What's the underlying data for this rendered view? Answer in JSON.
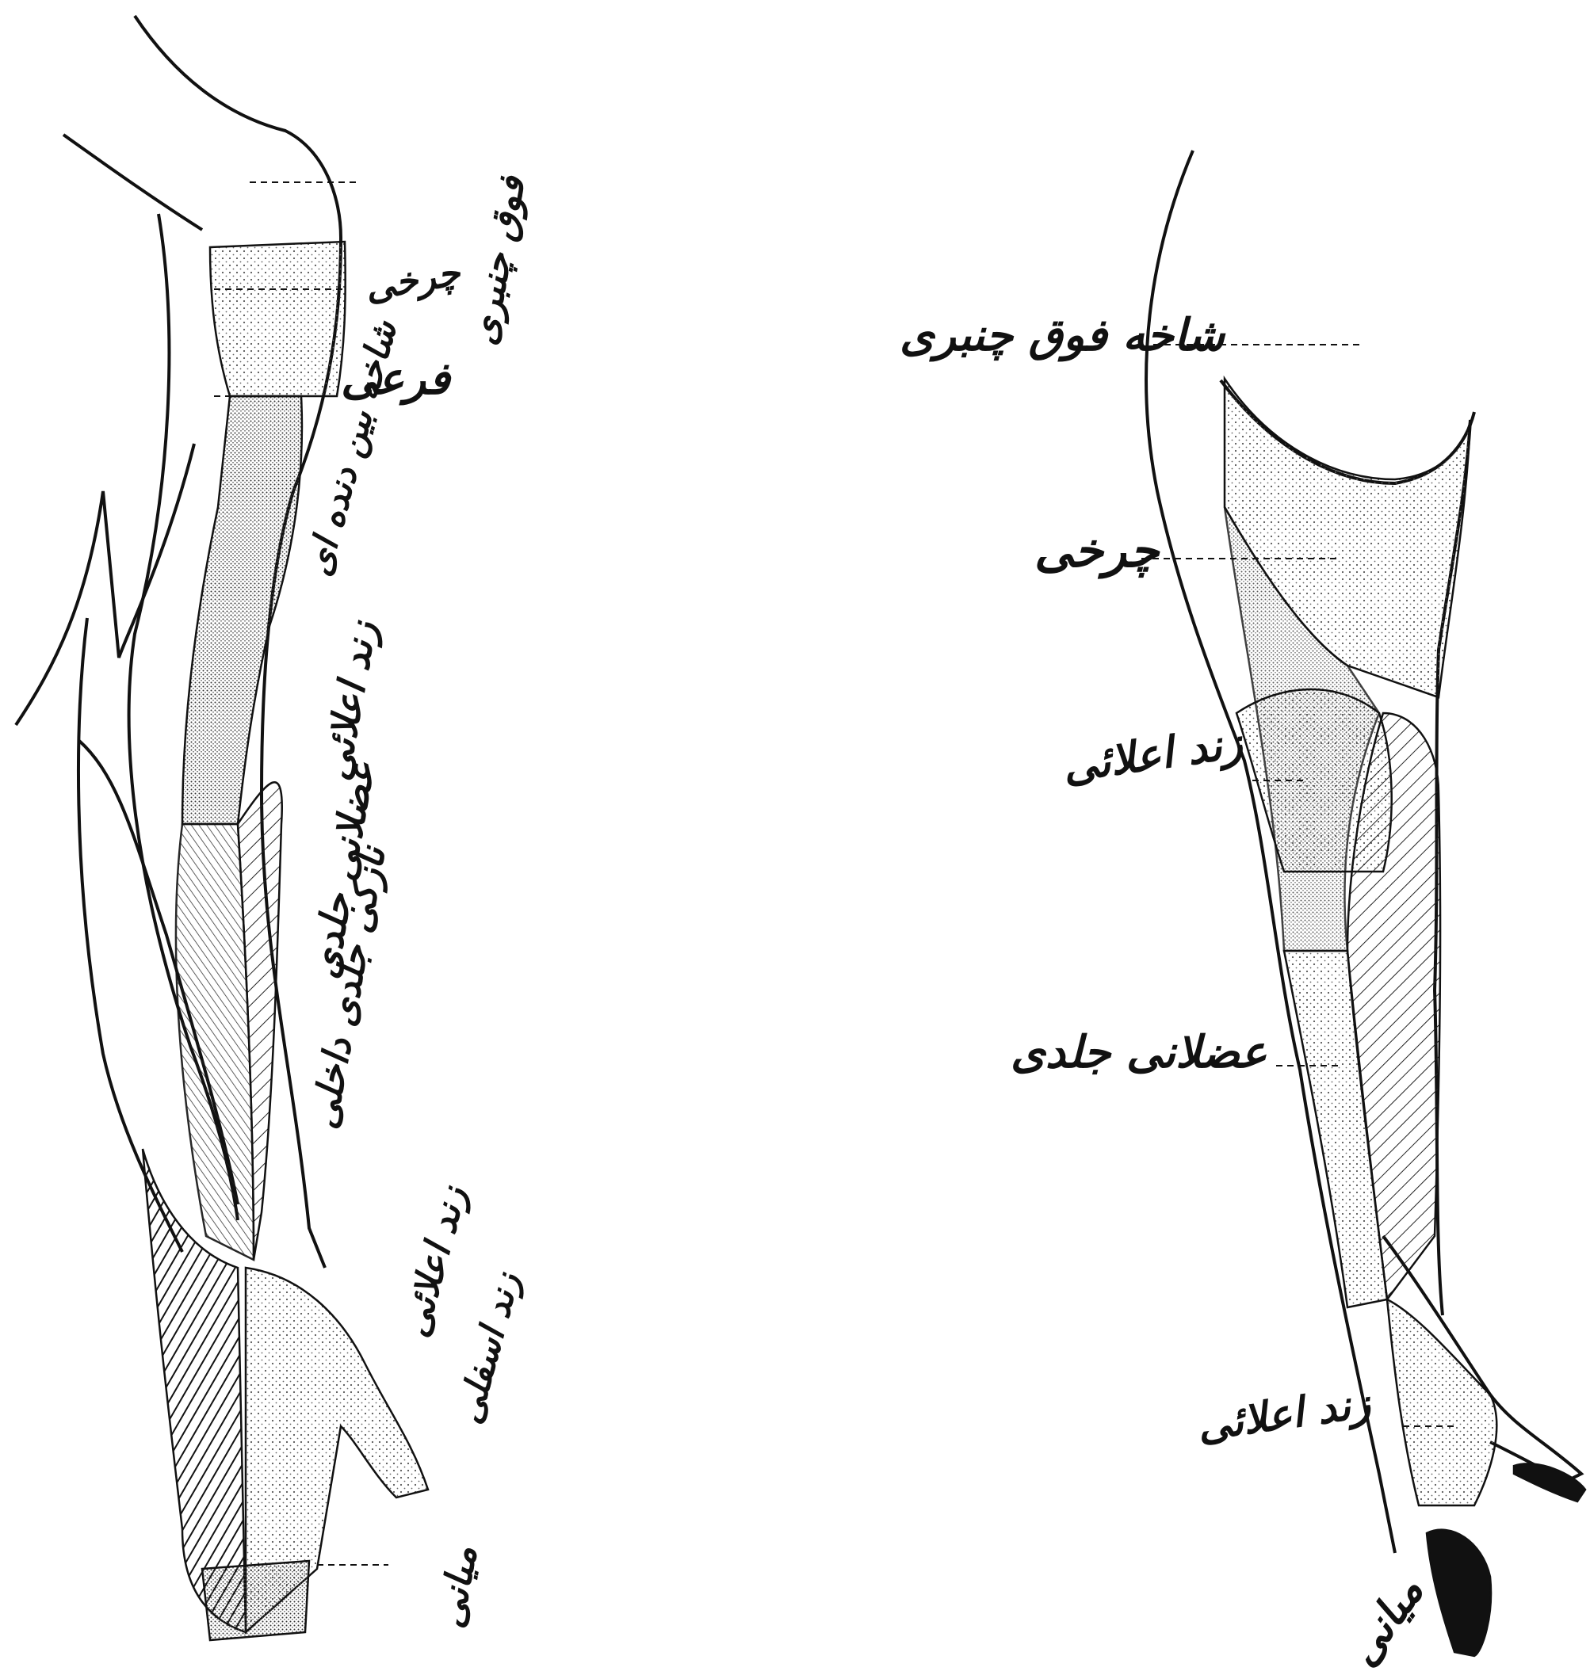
{
  "colors": {
    "ink": "#111111",
    "paper": "#ffffff",
    "dots": "#555555"
  },
  "left_arm": {
    "labels": {
      "supraclavicular": "فوق چنبری",
      "axillary": "چرخی",
      "musculocutaneous_upper": "فرعی",
      "intercostobrachial": "شاخه بین دنده ای",
      "radial": "زند اعلائی",
      "musculocutaneous": "عضلانی جلدی",
      "medial_cutaneous": "نازکی جلدی داخلی",
      "radial_lower": "زند اعلائی",
      "ulnar": "زند اسفلی",
      "median": "میانی"
    }
  },
  "right_arm": {
    "labels": {
      "supraclavicular": "شاخه فوق چنبری",
      "axillary": "چرخی",
      "radial": "زند اعلائی",
      "musculocutaneous": "عضلانی جلدی",
      "radial_lower": "زند اعلائی",
      "median": "میانی"
    }
  }
}
